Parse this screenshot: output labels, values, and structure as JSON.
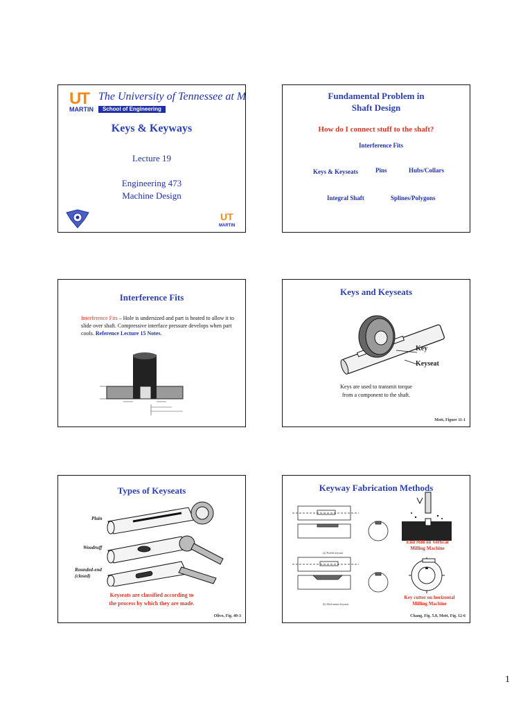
{
  "page_number": "1",
  "slide1": {
    "university": "The University of Tennessee at Martin",
    "ut_mark": "UT",
    "martin_label": "MARTIN",
    "school": "School of Engineering",
    "title": "Keys & Keyways",
    "lecture": "Lecture 19",
    "course_line1": "Engineering 473",
    "course_line2": "Machine Design",
    "corner_logo_text": "MARTIN"
  },
  "slide2": {
    "title_line1": "Fundamental Problem in",
    "title_line2": "Shaft Design",
    "question": "How do I connect stuff to the shaft?",
    "items": {
      "interference": "Interference Fits",
      "keys": "Keys & Keyseats",
      "pins": "Pins",
      "hubs": "Hubs/Collars",
      "integral": "Integral Shaft",
      "splines": "Splines/Polygons"
    }
  },
  "slide3": {
    "title": "Interference Fits",
    "term": "Interference Fits",
    "desc": " – Hole is undersized and part is heated to allow it to slide over shaft.  Compressive interface pressure develops when part cools.  ",
    "reference": "Reference Lecture 15 Notes",
    "period": "."
  },
  "slide4": {
    "title": "Keys and Keyseats",
    "label_key": "Key",
    "label_keyseat": "Keyseat",
    "caption_line1": "Keys are used to transmit torque",
    "caption_line2": "from a component to the shaft.",
    "source": "Mott, Figure 11-1"
  },
  "slide5": {
    "title": "Types of Keyseats",
    "label_plain": "Plain",
    "label_woodruff": "Woodruff",
    "label_rounded": "Rounded-end",
    "label_closed": "(closed)",
    "caption_line1": "Keyseats are classified according to",
    "caption_line2": "the process by which they are made.",
    "source": "Olivo, Fig. 40-3"
  },
  "slide6": {
    "title": "Keyway Fabrication Methods",
    "label_endmill_1": "End Mill on Vertical",
    "label_endmill_2": "Milling Machine",
    "label_cutter_1": "Key cutter on horizontal",
    "label_cutter_2": "Milling Machine",
    "sub_a": "(a) Profile keyseat",
    "sub_b": "(b) Sled runner keyseat",
    "source": "Chang, Fig. 5.8, Mott, Fig. 12-6"
  }
}
